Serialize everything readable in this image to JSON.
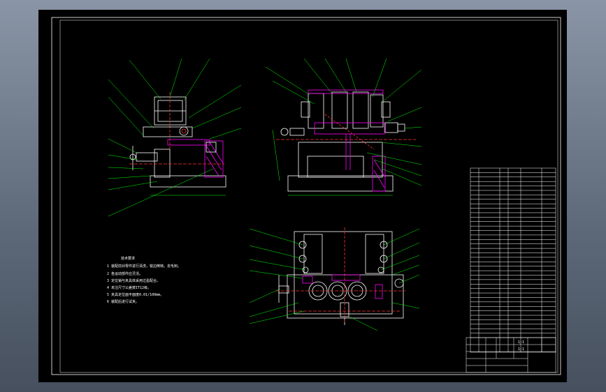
{
  "viewport": {
    "background": "#000000"
  },
  "colors": {
    "outline": "#ffffff",
    "leader": "#00ff00",
    "section": "#ff00ff",
    "hidden": "#ff3333",
    "text": "#ffffff",
    "bom_border": "#ffffff"
  },
  "tech_requirements": {
    "title": "技术要求",
    "lines": [
      "1 装配前对零件进行清洗，锐边倒钝，去毛刺。",
      "2 各运动部件应灵活。",
      "3 定位销与夹具体采用过盈配合。",
      "4 未注尺寸公差按IT12级。",
      "5 夹具定位面平面度0.01/100mm。",
      "6 装配后进行试夹。"
    ]
  },
  "title_block": {
    "scale_value": "1:1",
    "sheet": "1:1"
  }
}
